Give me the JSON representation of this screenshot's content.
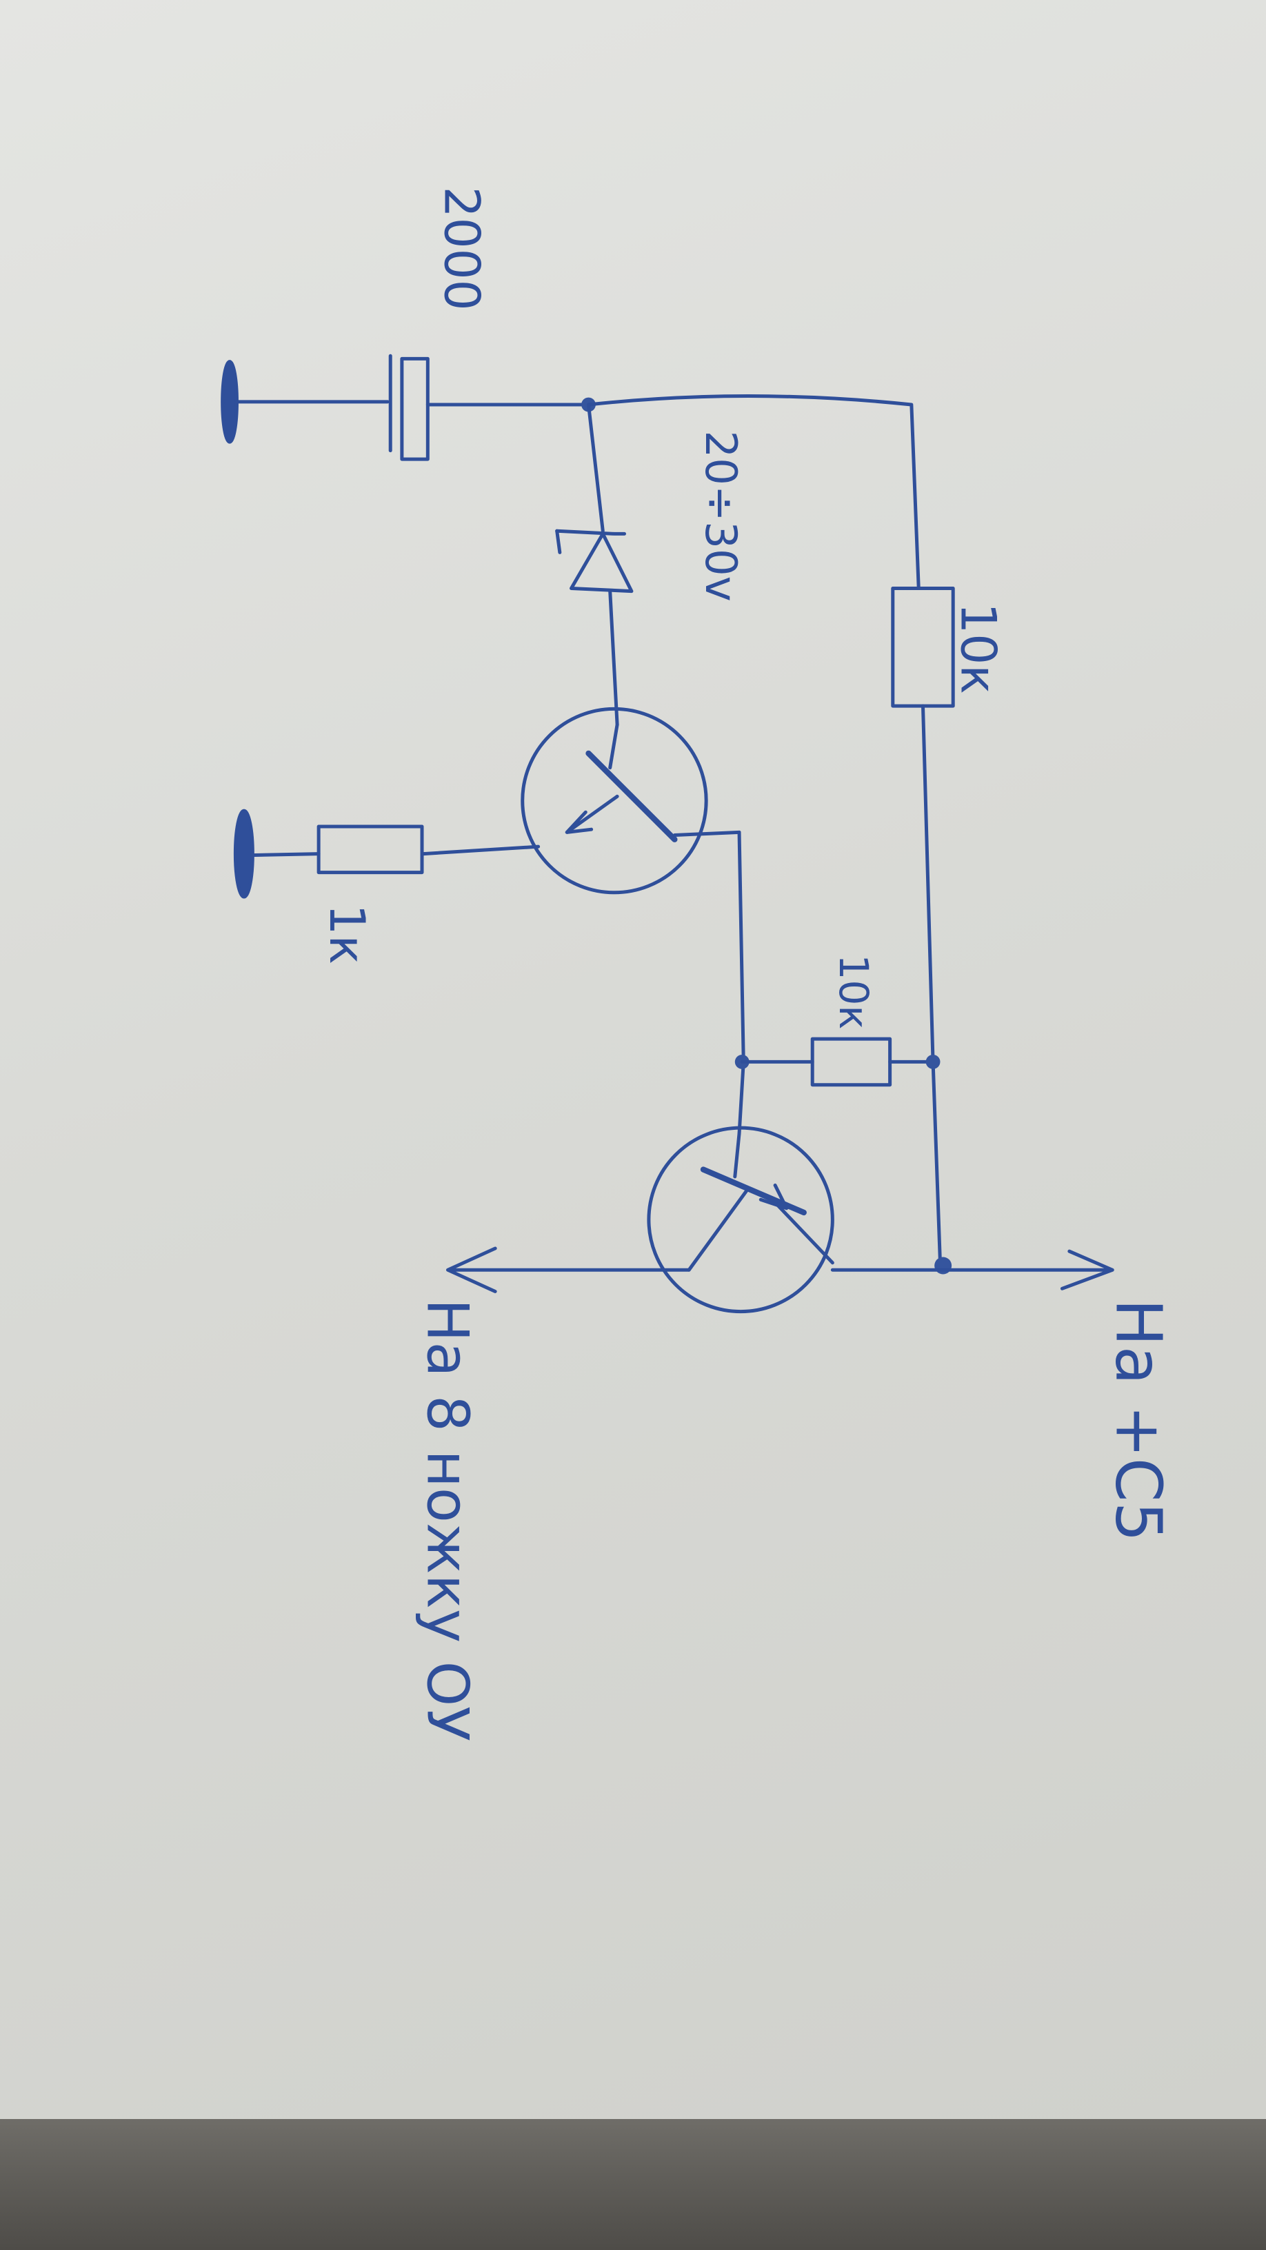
{
  "diagram": {
    "type": "hand-drawn circuit schematic",
    "labels": {
      "capacitor": "2000",
      "zener": "20÷30v",
      "resistor_top": "10к",
      "resistor_base": "1к",
      "resistor_mid": "10к",
      "output_right": "На +C5",
      "output_left": "На 8 ножку ОУ"
    },
    "ink_color": "#2f4f9a",
    "paper_color": "#dcddd9"
  }
}
